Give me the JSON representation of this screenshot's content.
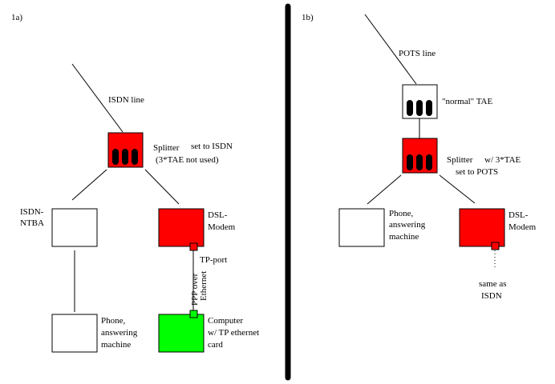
{
  "panel_a": {
    "label": "1a)",
    "line_label": "ISDN line",
    "splitter": {
      "label": "Splitter",
      "note_top": "set to ISDN",
      "note_bottom": "(3*TAE not used)"
    },
    "ntba": {
      "line1": "ISDN-",
      "line2": "NTBA"
    },
    "modem": {
      "line1": "DSL-",
      "line2": "Modem"
    },
    "tp_port": "TP-port",
    "link": {
      "line1": "PPP over",
      "line2": "Ethernet"
    },
    "phone": {
      "line1": "Phone,",
      "line2": "answering",
      "line3": "machine"
    },
    "computer": {
      "line1": "Computer",
      "line2": "w/ TP ethernet",
      "line3": "card"
    }
  },
  "panel_b": {
    "label": "1b)",
    "line_label": "POTS line",
    "tae": "\"normal\" TAE",
    "splitter": {
      "label": "Splitter",
      "note_top": "w/ 3*TAE",
      "note_bottom": "set to POTS"
    },
    "phone": {
      "line1": "Phone,",
      "line2": "answering",
      "line3": "machine"
    },
    "modem": {
      "line1": "DSL-",
      "line2": "Modem"
    },
    "same_as": {
      "line1": "same as",
      "line2": "ISDN"
    }
  },
  "colors": {
    "device_red": "#ff0000",
    "computer_green": "#00ff00",
    "box_white": "#ffffff",
    "stroke": "#000000",
    "divider": "#000000"
  }
}
